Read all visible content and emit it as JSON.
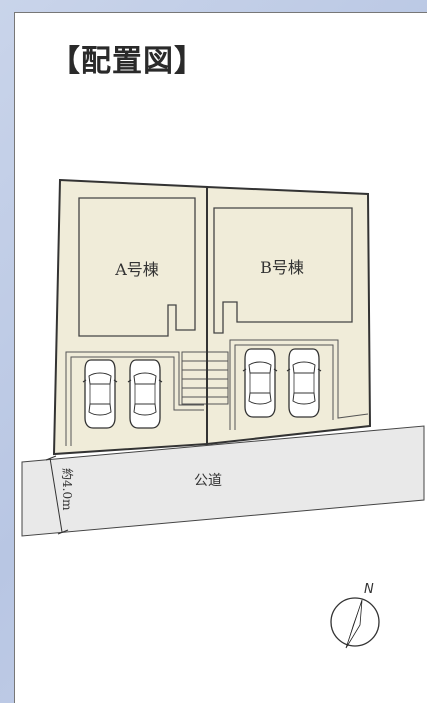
{
  "title": "【配置図】",
  "buildings": {
    "a_label": "A号棟",
    "b_label": "B号棟"
  },
  "road": {
    "label": "公道",
    "width_label": "約4.0m"
  },
  "compass": {
    "north_label": "N"
  },
  "colors": {
    "lot_fill": "#f0ecd9",
    "road_fill": "#e9e9e9",
    "background": "#c9d4ea",
    "line": "#333333"
  }
}
